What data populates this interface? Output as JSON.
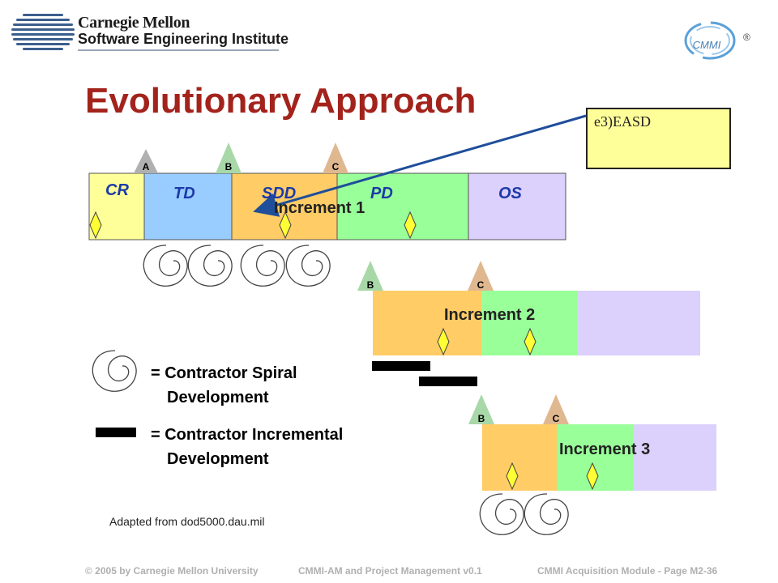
{
  "header": {
    "logo_line1": "Carnegie Mellon",
    "logo_line2": "Software Engineering Institute",
    "cmmi_logo_text": "CMMI",
    "registered_mark": "®"
  },
  "title": "Evolutionary Approach",
  "annotation_note": "e3)EASD",
  "increment1": {
    "phases": [
      "CR",
      "TD",
      "SDD",
      "PD",
      "OS"
    ],
    "label": "Increment 1",
    "milestones": [
      "A",
      "B",
      "C"
    ]
  },
  "increment2": {
    "label": "Increment 2",
    "milestones": [
      "B",
      "C"
    ]
  },
  "increment3": {
    "label": "Increment 3",
    "milestones": [
      "B",
      "C"
    ]
  },
  "legend": {
    "spiral_line1": "= Contractor Spiral",
    "spiral_line2": "Development",
    "incremental_line1": "= Contractor Incremental",
    "incremental_line2": "Development"
  },
  "credit": "Adapted from dod5000.dau.mil",
  "footer": {
    "copyright": "© 2005 by Carnegie Mellon University",
    "course": "CMMI-AM and Project Management  v0.1",
    "module": "CMMI Acquisition Module - Page M2-36"
  },
  "colors": {
    "title": "#a3231c",
    "phase_cr": "#ffff99",
    "phase_td": "#99ccff",
    "phase_sdd": "#ffcc66",
    "phase_pd": "#99ff99",
    "phase_os": "#dcd0fc",
    "milestone_a": "#b0b0b0",
    "milestone_b": "#a8d8a8",
    "milestone_c": "#e0b890",
    "diamond": "#ffff33",
    "arrow": "#1f4e9a"
  }
}
